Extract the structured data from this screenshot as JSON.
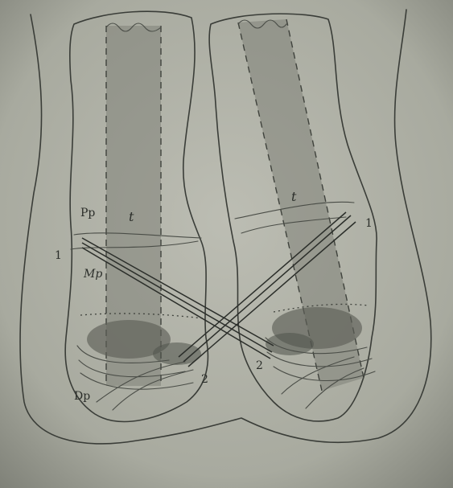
{
  "figure": {
    "labels": {
      "proximal_phalanx": "Pp",
      "middle_phalanx": "Mp",
      "distal_phalanx": "Dp",
      "tunnel_left": "t",
      "tunnel_right": "t",
      "pin_1_left": "1",
      "pin_1_right": "1",
      "pin_2_left": "2",
      "pin_2_right": "2"
    }
  }
}
